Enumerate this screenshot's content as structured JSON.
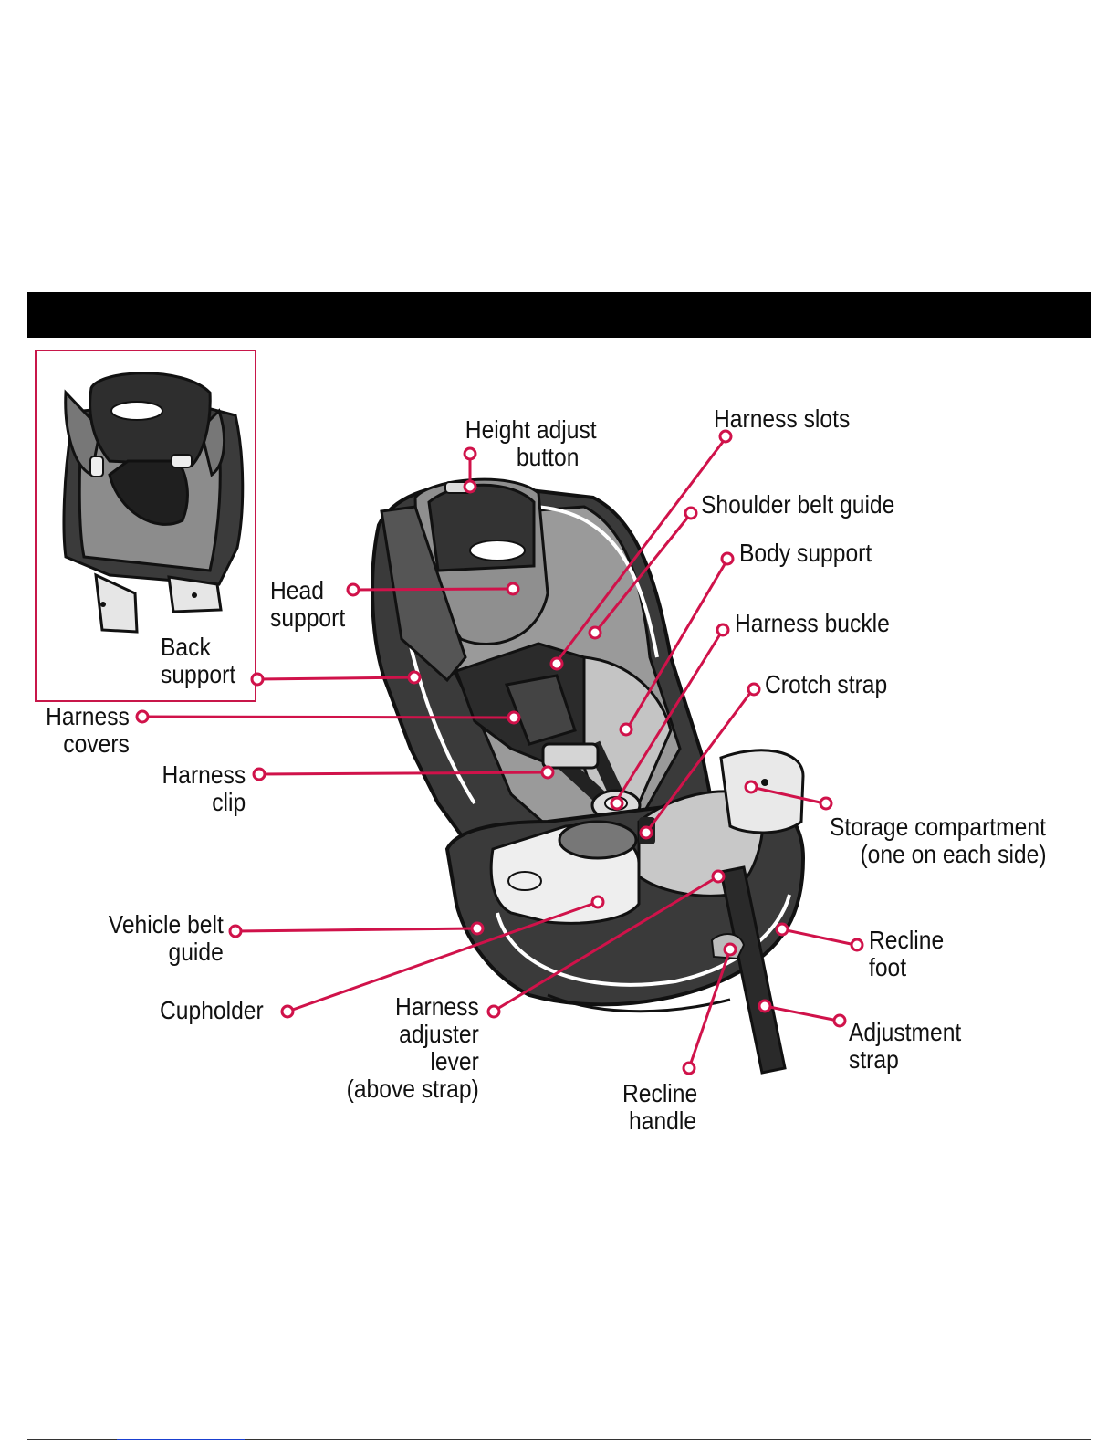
{
  "colors": {
    "callout": "#d0124a",
    "bar": "#000000"
  },
  "labels": {
    "height_adjust": [
      "Height adjust",
      "button"
    ],
    "harness_slots": [
      "Harness slots"
    ],
    "shoulder_belt_guide": [
      "Shoulder belt guide"
    ],
    "body_support": [
      "Body support"
    ],
    "harness_buckle": [
      "Harness buckle"
    ],
    "crotch_strap": [
      "Crotch strap"
    ],
    "storage_compartment": [
      "Storage compartment",
      "(one on each side)"
    ],
    "recline_foot": [
      "Recline",
      "foot"
    ],
    "adjustment_strap": [
      "Adjustment",
      "strap"
    ],
    "recline_handle": [
      "Recline",
      "handle"
    ],
    "harness_adjuster": [
      "Harness",
      "adjuster",
      "lever",
      "(above strap)"
    ],
    "cupholder": [
      "Cupholder"
    ],
    "vehicle_belt_guide": [
      "Vehicle belt",
      "guide"
    ],
    "harness_clip": [
      "Harness",
      "clip"
    ],
    "harness_covers": [
      "Harness",
      "covers"
    ],
    "back_support": [
      "Back",
      "support"
    ],
    "head_support": [
      "Head",
      "support"
    ]
  }
}
